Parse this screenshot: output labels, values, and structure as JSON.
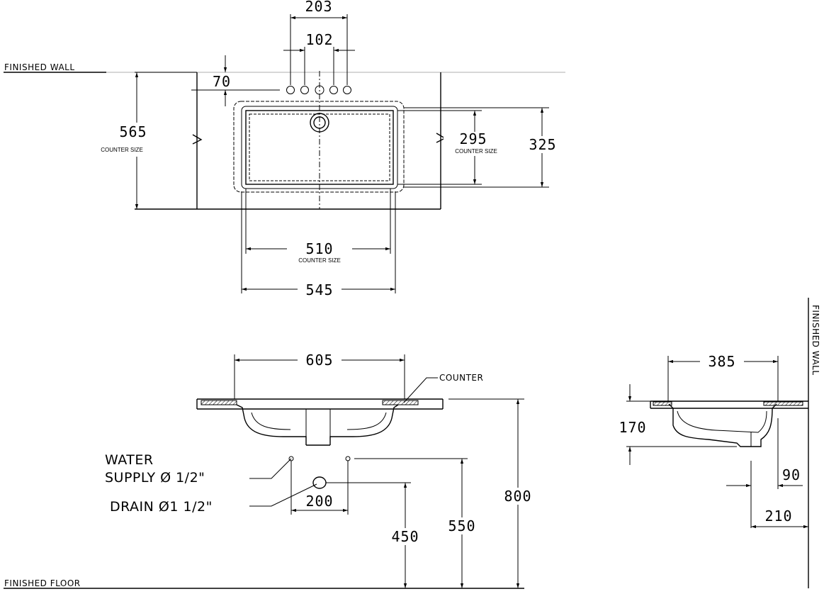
{
  "labels": {
    "finished_wall_top": "FINISHED WALL",
    "finished_wall_side": "FINISHED WALL",
    "finished_floor": "FINISHED FLOOR",
    "counter": "COUNTER",
    "counter_size": "COUNTER SIZE",
    "water_supply_line1": "WATER",
    "water_supply_line2": "SUPPLY Ø 1/2\"",
    "drain": "DRAIN Ø1 1/2\""
  },
  "plan_view": {
    "tap_spacing_outer": "203",
    "tap_spacing_inner": "102",
    "wall_offset": "70",
    "counter_depth": "565",
    "bowl_counter_depth": "295",
    "bowl_depth": "325",
    "counter_width": "510",
    "overall_width": "545"
  },
  "front_view": {
    "overall_width": "605",
    "drain_spacing": "200",
    "drain_height": "450",
    "supply_height": "550",
    "counter_height": "800"
  },
  "side_view": {
    "overall_depth": "385",
    "basin_height": "170",
    "trap_offset": "90",
    "wall_to_trap": "210"
  }
}
